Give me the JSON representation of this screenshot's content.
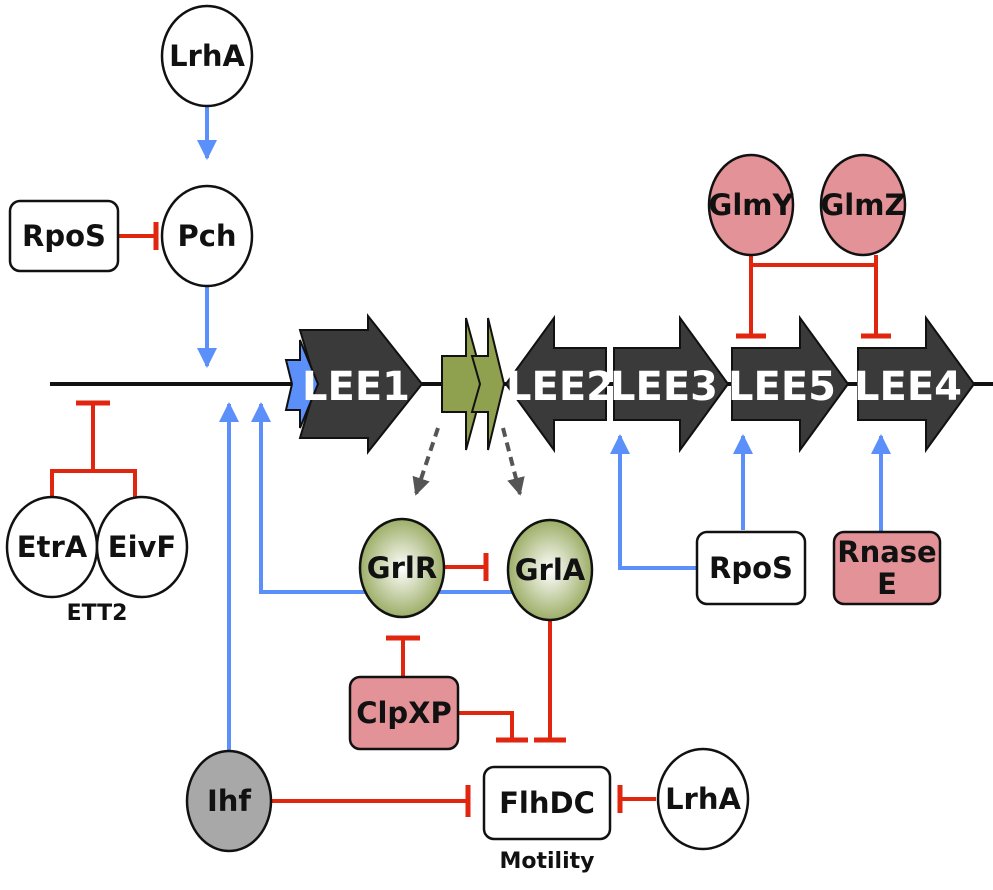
{
  "nodes": {
    "lrha_top": "LrhA",
    "rpos_left": "RpoS",
    "pch": "Pch",
    "glmy": "GlmY",
    "glmz": "GlmZ",
    "etra": "EtrA",
    "eivf": "EivF",
    "grlr": "GrlR",
    "grla": "GrlA",
    "rpos_right": "RpoS",
    "rnase_line1": "Rnase",
    "rnase_line2": "E",
    "clpxp": "ClpXP",
    "ihf": "Ihf",
    "flhdc": "FlhDC",
    "lrha_bottom": "LrhA"
  },
  "genes": {
    "lee1": "LEE1",
    "lee2": "LEE2",
    "lee3": "LEE3",
    "lee5": "LEE5",
    "lee4": "LEE4"
  },
  "captions": {
    "ett2": "ETT2",
    "motility": "Motility"
  },
  "colors": {
    "activation": "#5b8ff9",
    "repression": "#e0260f",
    "gene_arrow": "#3a3a3a",
    "grl_gene": "#8fa04e",
    "small_rna": "#e39297",
    "ihf": "#a8a8a8"
  }
}
